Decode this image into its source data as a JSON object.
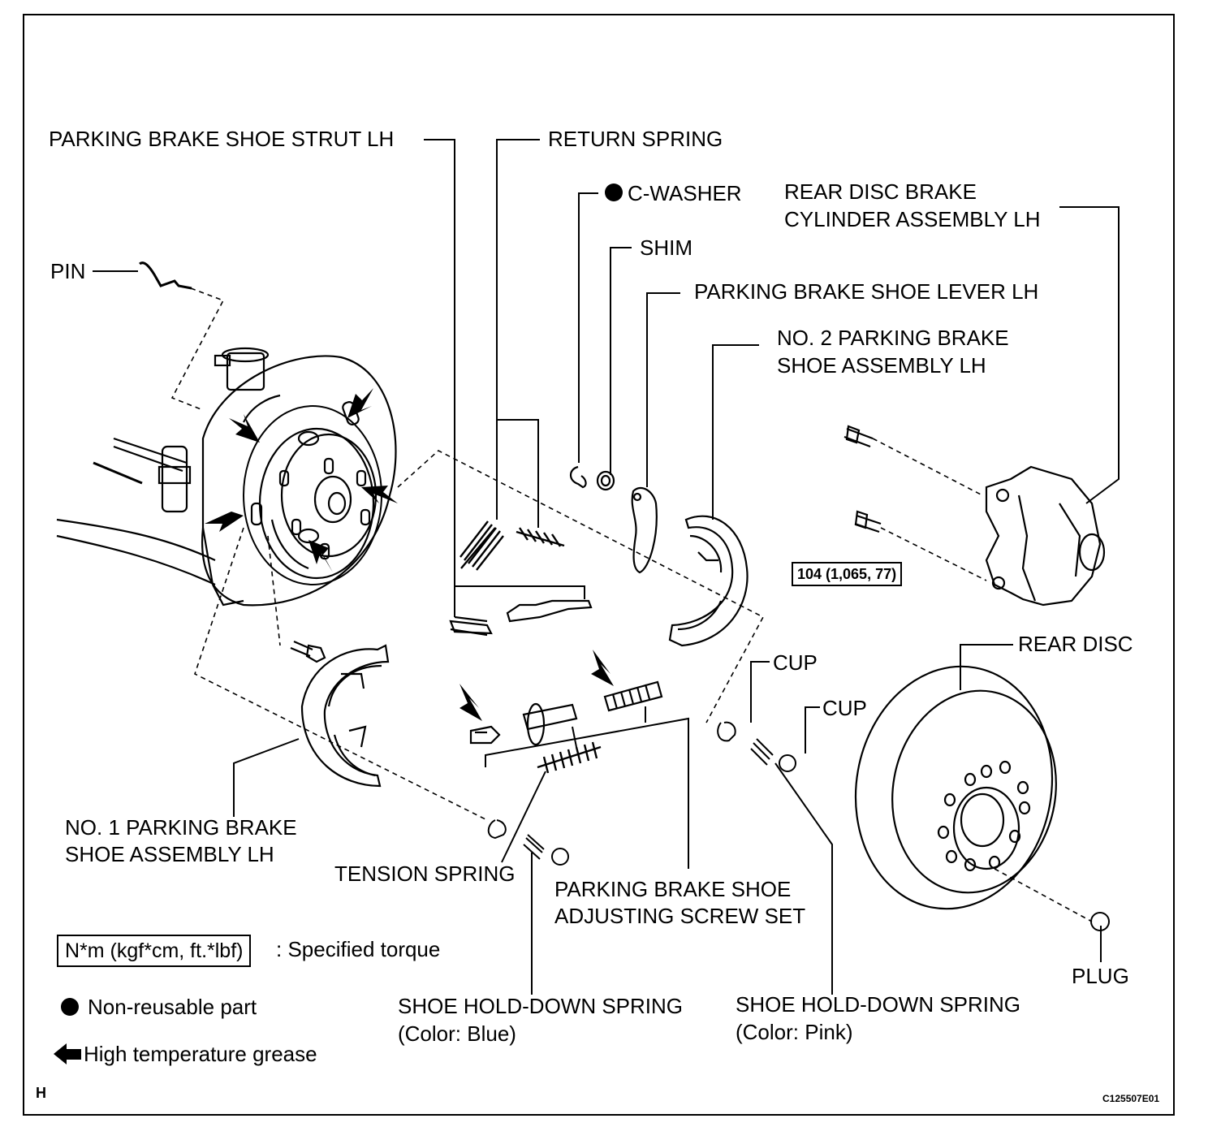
{
  "labels": {
    "pin": "PIN",
    "strut": "PARKING BRAKE SHOE STRUT LH",
    "return_spring": "RETURN SPRING",
    "c_washer": "C-WASHER",
    "shim": "SHIM",
    "lever": "PARKING BRAKE SHOE LEVER LH",
    "cylinder_line1": "REAR DISC BRAKE",
    "cylinder_line2": "CYLINDER ASSEMBLY LH",
    "no2_line1": "NO. 2 PARKING BRAKE",
    "no2_line2": "SHOE ASSEMBLY LH",
    "rear_disc": "REAR DISC",
    "cup_1": "CUP",
    "cup_2": "CUP",
    "no1_line1": "NO. 1 PARKING BRAKE",
    "no1_line2": "SHOE ASSEMBLY LH",
    "tension_spring": "TENSION SPRING",
    "adjust_line1": "PARKING BRAKE SHOE",
    "adjust_line2": "ADJUSTING SCREW SET",
    "plug": "PLUG",
    "holddown_blue_line1": "SHOE HOLD-DOWN SPRING",
    "holddown_blue_line2": "(Color: Blue)",
    "holddown_pink_line1": "SHOE HOLD-DOWN SPRING",
    "holddown_pink_line2": "(Color: Pink)"
  },
  "torque": "104 (1,065, 77)",
  "legend": {
    "torque_units": "N*m (kgf*cm, ft.*lbf)",
    "torque_desc": ": Specified torque",
    "non_reusable": "Non-reusable part",
    "grease": "High temperature grease"
  },
  "corner_left": "H",
  "figure_code": "C125507E01"
}
